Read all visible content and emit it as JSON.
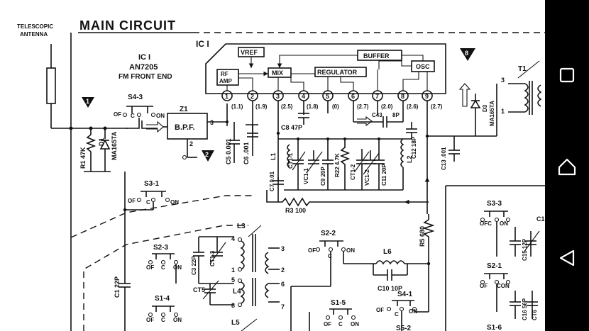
{
  "schematic": {
    "title": "MAIN CIRCUIT",
    "antenna": [
      "TELESCOPIC",
      "ANTENNA"
    ],
    "ic_ref_top": "IC I",
    "ic_block": {
      "ref": "IC I",
      "part": "AN7205",
      "desc": "FM FRONT END"
    },
    "ic_blocks": {
      "vref": "VREF",
      "buffer": "BUFFER",
      "mix": "MIX",
      "regulator": "REGULATOR",
      "osc": "OSC",
      "rf": "RF",
      "amp": "AMP"
    },
    "pins": [
      "1",
      "2",
      "3",
      "4",
      "5",
      "6",
      "7",
      "8",
      "9"
    ],
    "pin_voltages": [
      "(1.1)",
      "(1.9)",
      "(2.5)",
      "(1.8)",
      "(0)",
      "(2.7)",
      "(2.0)",
      "(2.6)",
      "(2.7)"
    ],
    "markers": [
      "1",
      "2",
      "8"
    ],
    "switches": {
      "s4_3": "S4-3",
      "s3_1": "S3-1",
      "s3_3": "S3-3",
      "s2_2": "S2-2",
      "s2_3": "S2-3",
      "s2_1": "S2-1",
      "s1_4": "S1-4",
      "s1_5": "S1-5",
      "s4_1": "S4-1",
      "s5_2": "S5-2",
      "s1_6": "S1-6"
    },
    "switch_contacts": {
      "of": "OF",
      "c": "C",
      "on": "ON",
      "ofc": "OFC",
      "con": "CON"
    },
    "components": {
      "z1": "Z1",
      "bpf": "B.P.F.",
      "z1_pin3": "3",
      "z1_pin2": "2",
      "r1": "R1 47K",
      "d1": "D1",
      "d1_part": "MA165TA",
      "c5": "C5 0.001",
      "c6": "C6 .001",
      "c8": "C8 47P",
      "l1": "L1",
      "ct1_1": "CT1-1",
      "vc1_1": "VC1-1",
      "c9": "C9 20P",
      "r22": "R22 4.7K",
      "ct1_2": "CT1-2",
      "vc1_2": "VC1-2",
      "c11": "C11 20P",
      "l2": "L2",
      "c7": "C7 0.01",
      "r3": "R3 100",
      "c43": "C43",
      "c43_val": "8P",
      "c12": "C12 18P",
      "c13": "C13 .001",
      "d3": "D3",
      "d3_part": "MA165TA",
      "t1": "T1",
      "r5": "R5 680",
      "l6": "L6",
      "c10": "C10 10P",
      "l3": "L3",
      "c3": "C3 22P",
      "ct1_3": "CT1-3",
      "ct5": "CT5",
      "l4": "L4",
      "l5": "L5",
      "c1": "C1 22P",
      "c15": "C15 12P",
      "c16": "C16 56P",
      "c_right": "C1",
      "ct_right": "CT6",
      "l3_pins": [
        "4",
        "1",
        "5",
        "8"
      ],
      "l4_pins": [
        "3",
        "2",
        "6",
        "7"
      ],
      "t1_pins": [
        "3",
        "1"
      ]
    }
  },
  "navbar": {
    "buttons": [
      "recent-apps-icon",
      "home-icon",
      "back-icon"
    ]
  }
}
